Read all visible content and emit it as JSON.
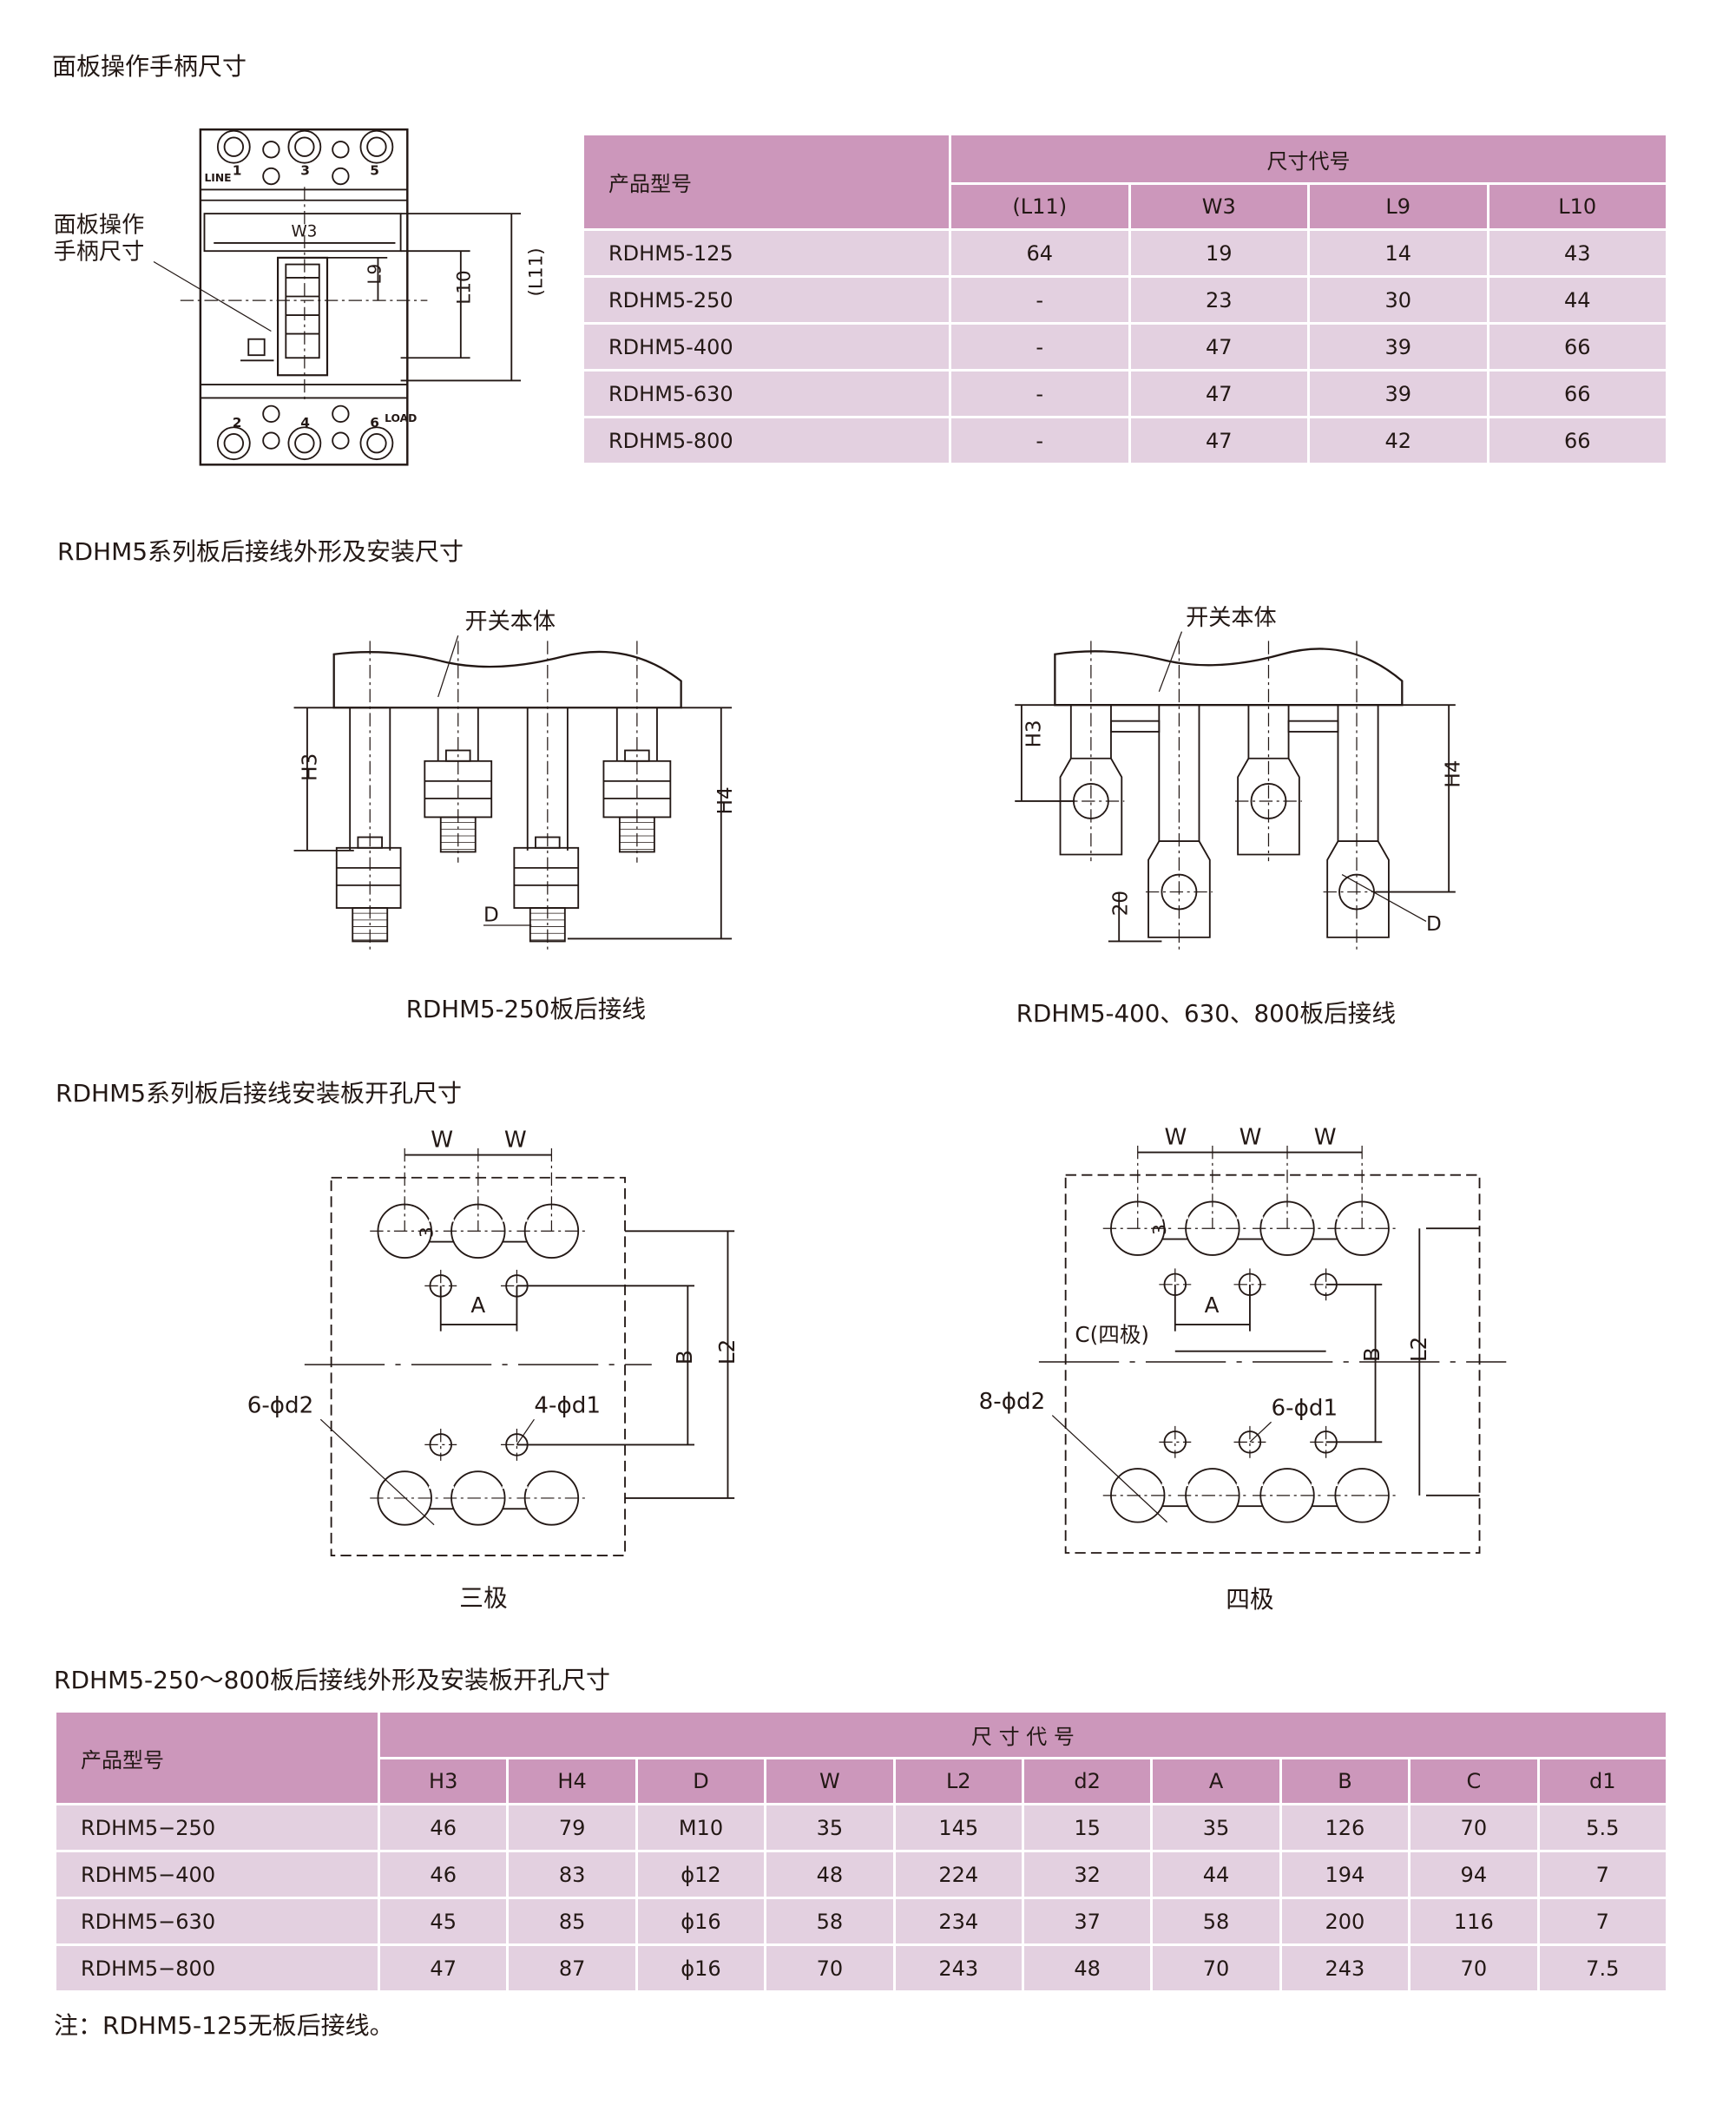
{
  "sections": {
    "handle_title": "面板操作手柄尺寸",
    "rear_title": "RDHM5系列板后接线外形及安装尺寸",
    "cutout_title": "RDHM5系列板后接线安装板开孔尺寸",
    "table2_title": "RDHM5-250～800板后接线外形及安装板开孔尺寸"
  },
  "breaker_diagram": {
    "callout_line1": "面板操作",
    "callout_line2": "手柄尺寸",
    "line": "LINE",
    "load": "LOAD",
    "top_numbers": [
      "1",
      "3",
      "5"
    ],
    "bottom_numbers": [
      "2",
      "4",
      "6"
    ],
    "w3": "W3",
    "l9": "L9",
    "l10": "L10",
    "l11": "(L11)"
  },
  "rear_250": {
    "body_label": "开关本体",
    "h3": "H3",
    "h4": "H4",
    "d": "D",
    "caption": "RDHM5-250板后接线"
  },
  "rear_400": {
    "body_label": "开关本体",
    "h3": "H3",
    "h4": "H4",
    "d": "D",
    "dim20": "20",
    "caption": "RDHM5-400、630、800板后接线"
  },
  "cutout_3p": {
    "w": "W",
    "three": "3",
    "a": "A",
    "b": "B",
    "l2": "L2",
    "d2": "6-ϕd2",
    "d1": "4-ϕd1",
    "caption": "三极"
  },
  "cutout_4p": {
    "w": "W",
    "three": "3",
    "a": "A",
    "b": "B",
    "l2": "L2",
    "c": "C(四极)",
    "d2": "8-ϕd2",
    "d1": "6-ϕd1",
    "caption": "四极"
  },
  "table1": {
    "model_header": "产品型号",
    "group_header": "尺寸代号",
    "columns": [
      "(L11)",
      "W3",
      "L9",
      "L10"
    ],
    "rows": [
      [
        "RDHM5-125",
        "64",
        "19",
        "14",
        "43"
      ],
      [
        "RDHM5-250",
        "-",
        "23",
        "30",
        "44"
      ],
      [
        "RDHM5-400",
        "-",
        "47",
        "39",
        "66"
      ],
      [
        "RDHM5-630",
        "-",
        "47",
        "39",
        "66"
      ],
      [
        "RDHM5-800",
        "-",
        "47",
        "42",
        "66"
      ]
    ]
  },
  "table2": {
    "model_header": "产品型号",
    "group_header": "尺 寸 代 号",
    "columns": [
      "H3",
      "H4",
      "D",
      "W",
      "L2",
      "d2",
      "A",
      "B",
      "C",
      "d1"
    ],
    "rows": [
      [
        "RDHM5−250",
        "46",
        "79",
        "M10",
        "35",
        "145",
        "15",
        "35",
        "126",
        "70",
        "5.5"
      ],
      [
        "RDHM5−400",
        "46",
        "83",
        "ϕ12",
        "48",
        "224",
        "32",
        "44",
        "194",
        "94",
        "7"
      ],
      [
        "RDHM5−630",
        "45",
        "85",
        "ϕ16",
        "58",
        "234",
        "37",
        "58",
        "200",
        "116",
        "7"
      ],
      [
        "RDHM5−800",
        "47",
        "87",
        "ϕ16",
        "70",
        "243",
        "48",
        "70",
        "243",
        "70",
        "7.5"
      ]
    ]
  },
  "note": "注：RDHM5-125无板后接线。"
}
